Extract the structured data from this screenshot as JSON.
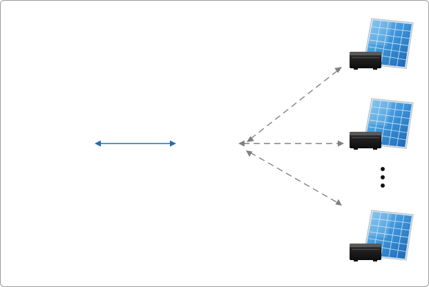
{
  "diagram": {
    "colors": {
      "frame_border": "#9a9a9a",
      "link_primary": "#1f6fb5",
      "link_wireless": "#808080",
      "panel_cell_light": "#5fb3e8",
      "panel_cell_dark": "#1f6fbf",
      "panel_frame": "#c9d3dc",
      "inverter_body": "#1c1c1c"
    },
    "icons": [
      "solar-panel-icon",
      "inverter-box-icon",
      "vertical-ellipsis-icon"
    ],
    "nodes": [
      {
        "id": "solar-unit-1",
        "icon": "solar-panel-icon"
      },
      {
        "id": "solar-unit-2",
        "icon": "solar-panel-icon"
      },
      {
        "id": "solar-unit-3",
        "icon": "solar-panel-icon"
      }
    ],
    "links": [
      {
        "id": "link-main",
        "style": "solid",
        "direction": "bidirectional"
      },
      {
        "id": "link-unit-1",
        "style": "dashed",
        "direction": "bidirectional"
      },
      {
        "id": "link-unit-2",
        "style": "dashed",
        "direction": "bidirectional"
      },
      {
        "id": "link-unit-3",
        "style": "dashed",
        "direction": "bidirectional"
      }
    ]
  }
}
